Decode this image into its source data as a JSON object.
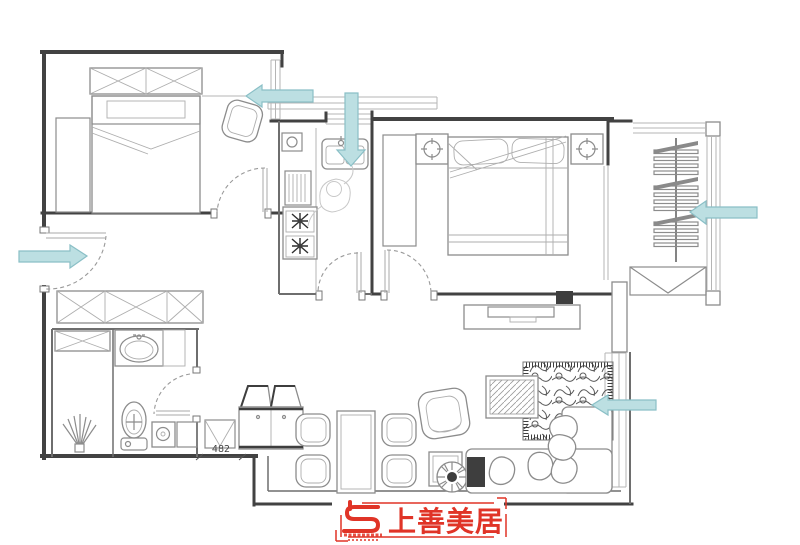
{
  "document": {
    "kind": "apartment-floor-plan"
  },
  "colors": {
    "arrow_fill": "#bcdfe2",
    "arrow_stroke": "#8abfc6",
    "logo_red": "#e03427",
    "wall": "#424242",
    "partition": "#6e6e6e",
    "furniture_line": "#8c8c8c",
    "light_line": "#b5b5b5",
    "dash": "#9a9a9a"
  },
  "dimensions": {
    "hall_width": "482"
  },
  "logo": {
    "brand_text": "上善美居"
  },
  "annotations": {
    "arrows": [
      {
        "id": "bedroom1-window-arrow",
        "direction": "left"
      },
      {
        "id": "kitchen-window-arrow",
        "direction": "down"
      },
      {
        "id": "entry-arrow",
        "direction": "right"
      },
      {
        "id": "balcony-arrow",
        "direction": "left"
      },
      {
        "id": "living-window-arrow",
        "direction": "left"
      }
    ]
  }
}
